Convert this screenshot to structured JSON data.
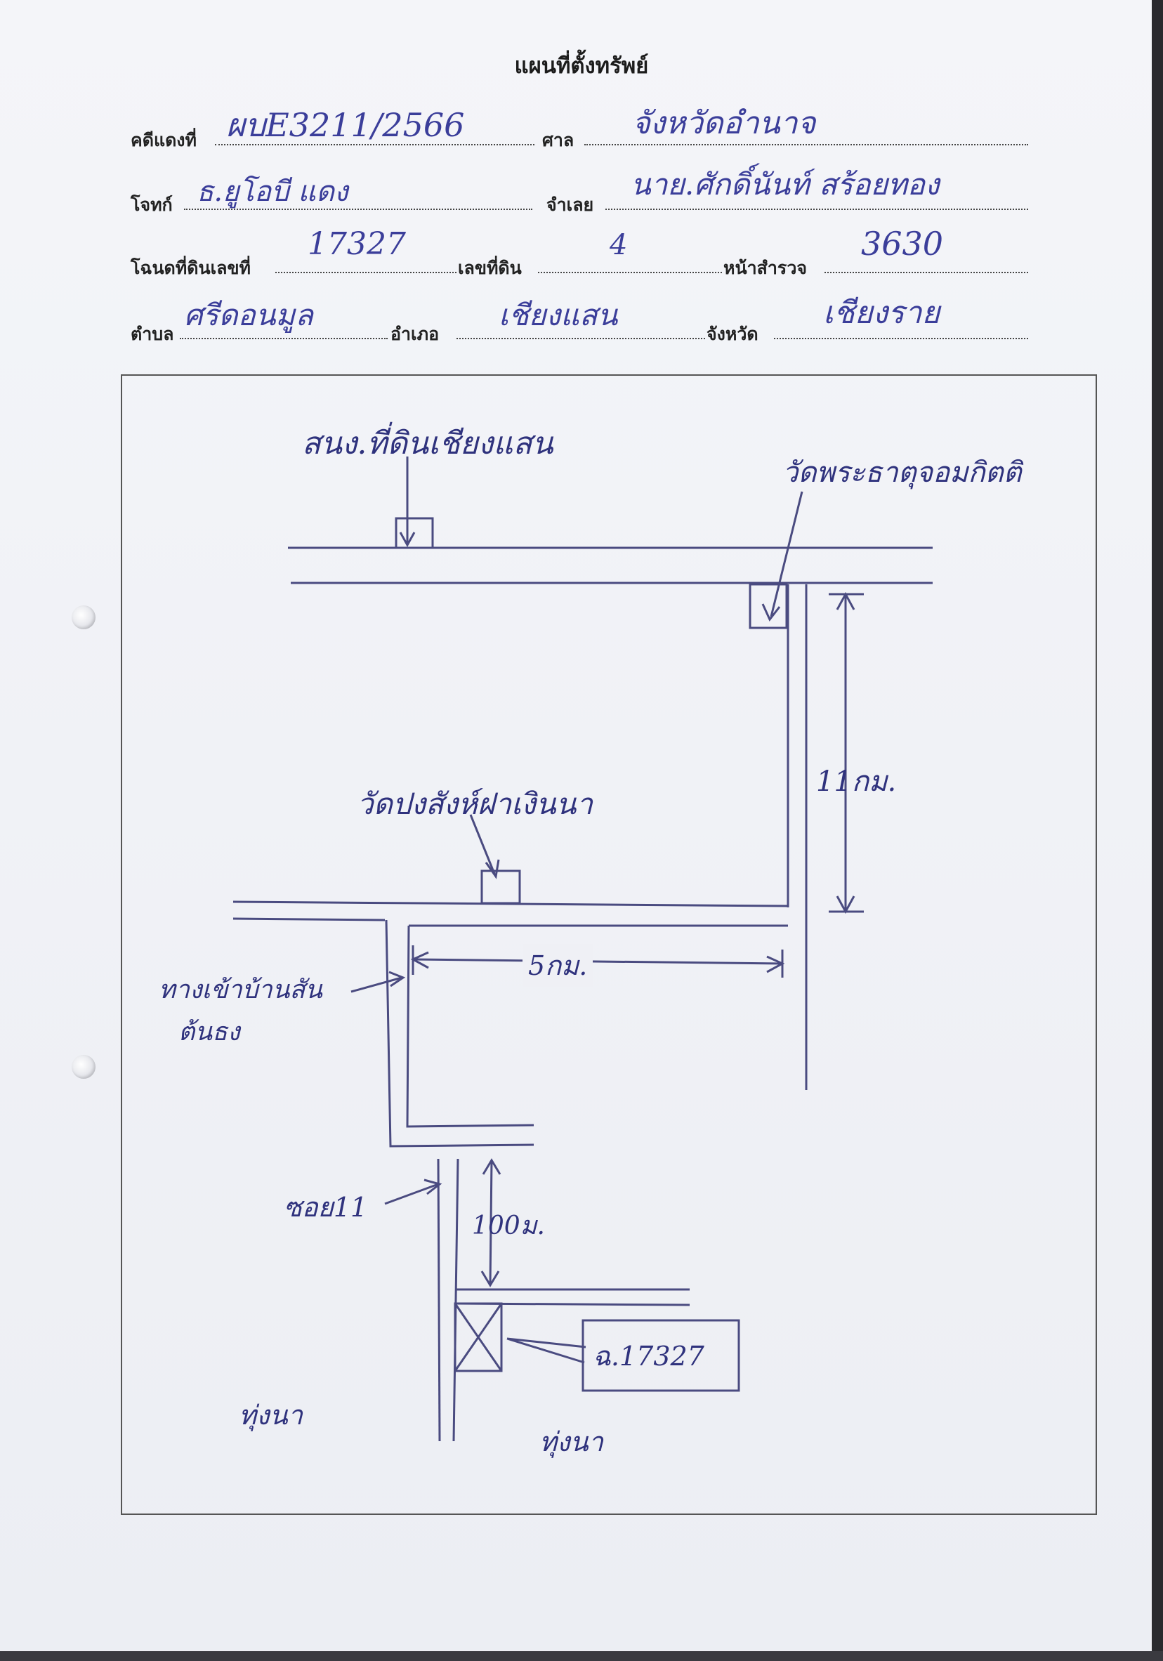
{
  "document": {
    "title": "แผนที่ตั้งทรัพย์",
    "fields": {
      "case_no": {
        "label": "คดีแดงที่",
        "value": "ผบE3211/2566"
      },
      "court": {
        "label": "ศาล",
        "value": "จังหวัดอำนาจ"
      },
      "plaintiff": {
        "label": "โจทก์",
        "value": "ธ.ยูโอบี แดง"
      },
      "defendant": {
        "label": "จำเลย",
        "value": "นาย.ศักดิ์นันท์ สร้อยทอง"
      },
      "deed_no": {
        "label": "โฉนดที่ดินเลขที่",
        "value": "17327"
      },
      "land_no": {
        "label": "เลขที่ดิน",
        "value": "4"
      },
      "survey_page": {
        "label": "หน้าสำรวจ",
        "value": "3630"
      },
      "subdistrict": {
        "label": "ตำบล",
        "value": "ศรีดอนมูล"
      },
      "district": {
        "label": "อำเภอ",
        "value": "เชียงแสน"
      },
      "province": {
        "label": "จังหวัด",
        "value": "เชียงราย"
      }
    }
  },
  "map": {
    "labels": {
      "land_office": "สนง.ที่ดินเชียงแสน",
      "temple_top": "วัดพระธาตุจอมกิตติ",
      "temple_middle": "วัดปงสังห์ฝาเงินนา",
      "distance_vertical": "11กม.",
      "distance_horizontal": "5กม.",
      "village_road_line1": "ทางเข้าบ้านสัน",
      "village_road_line2": "ต้นธง",
      "soi": "ซอย11",
      "distance_soi": "100ม.",
      "deed_box": "ฉ.17327",
      "rice_field_left": "ทุ่งนา",
      "rice_field_right": "ทุ่งนา"
    },
    "colors": {
      "ink": "#3b3e9a",
      "line": "#4a4b80"
    }
  }
}
